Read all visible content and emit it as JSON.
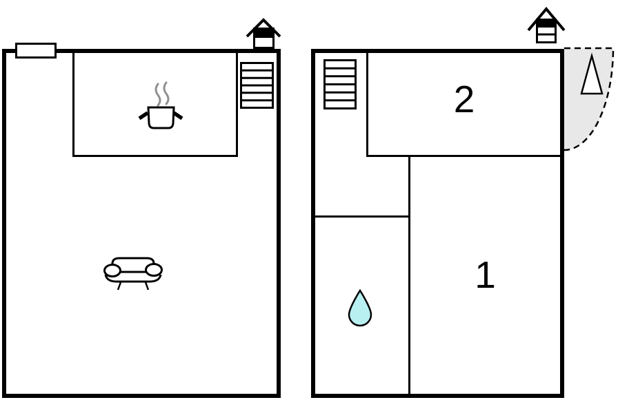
{
  "floorplan": {
    "rooms": {
      "room1": {
        "label": "1"
      },
      "room2": {
        "label": "2"
      }
    },
    "colors": {
      "background": "#ffffff",
      "wall": "#000000",
      "entrance_fill": "#e8e8e8",
      "water_drop_fill": "#b8f0f2",
      "steam": "#909090"
    },
    "icons": {
      "left_building": [
        "chimney-icon",
        "window",
        "stairs-icon",
        "cooking-pot-icon",
        "sofa-icon"
      ],
      "right_building": [
        "chimney-icon",
        "stairs-icon",
        "entrance-door-swing",
        "entrance-arrow-icon",
        "water-drop-icon"
      ]
    }
  }
}
